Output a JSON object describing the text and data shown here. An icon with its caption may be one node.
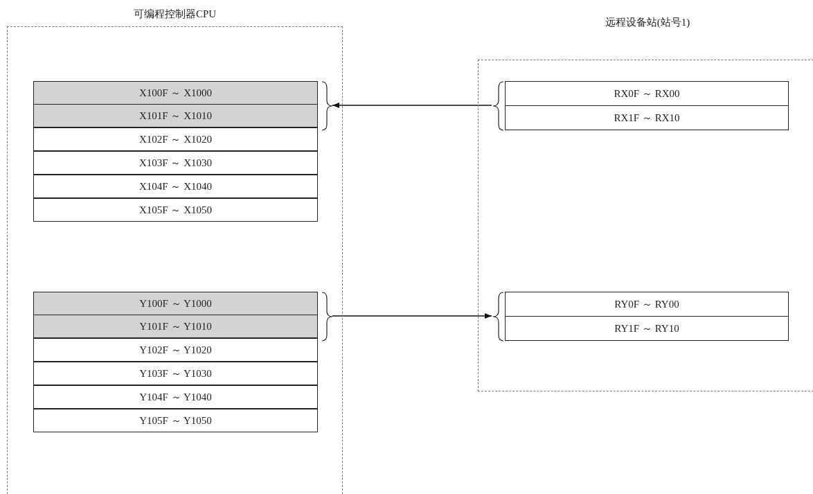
{
  "diagram": {
    "nodes": [
      {
        "text": [
          "可编程控制器CPU"
        ]
      },
      {
        "text": [
          "X100F ～ X1000"
        ],
        "in": 0
      },
      {
        "text": [
          "X101F ～ X1010"
        ],
        "in": 0
      },
      {
        "text": [
          "X102F ～ X1020"
        ],
        "in": 0
      },
      {
        "text": [
          "X103F ～ X1030"
        ],
        "in": 0
      },
      {
        "text": [
          "X104F ～ X1040"
        ],
        "in": 0
      },
      {
        "text": [
          "X105F ～ X1050"
        ],
        "in": 0
      },
      {
        "text": [],
        "shape": "bracket",
        "in": 0
      },
      {
        "text": [
          "Y100F ～ Y1000"
        ],
        "in": 0
      },
      {
        "text": [
          "Y101F ～ Y1010"
        ],
        "in": 0
      },
      {
        "text": [
          "Y102F ～ Y1020"
        ],
        "in": 0
      },
      {
        "text": [
          "Y103F ～ Y1030"
        ],
        "in": 0
      },
      {
        "text": [
          "Y104F ～ Y1040"
        ],
        "in": 0
      },
      {
        "text": [
          "Y105F ～ Y1050"
        ],
        "in": 0
      },
      {
        "text": [],
        "shape": "bracket",
        "in": 0
      },
      {
        "text": [
          "远程设备站(站号1)"
        ]
      },
      {
        "text": [],
        "shape": "bracket",
        "in": 15
      },
      {
        "text": [
          "RX0F ～ RX00"
        ],
        "in": 15
      },
      {
        "text": [
          "RX1F ～ RX10"
        ],
        "in": 15
      },
      {
        "text": [],
        "shape": "bracket",
        "in": 15
      },
      {
        "text": [
          "RY0F ～ RY00"
        ],
        "in": 15
      },
      {
        "text": [
          "RY1F ～ RY10"
        ],
        "in": 15
      }
    ],
    "edges": [
      {
        "from": 16,
        "to": 7,
        "arrow": "to"
      },
      {
        "from": 14,
        "to": 19,
        "arrow": "to"
      }
    ]
  }
}
